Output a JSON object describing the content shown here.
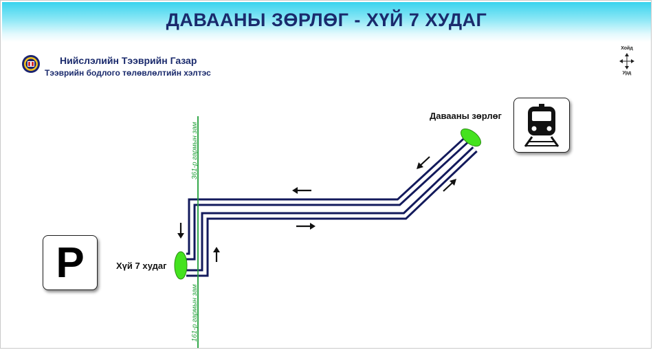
{
  "title": "ДАВААНЫ ЗӨРЛӨГ - ХҮЙ 7 ХУДАГ",
  "organization": {
    "name": "Нийслэлийн Тээврийн Газар",
    "department": "Тээврийн бодлого төлөвлөлтийн хэлтэс"
  },
  "compass": {
    "north": "Хойд",
    "south": "Урд"
  },
  "stops": {
    "start": "Давааны зөрлөг",
    "end": "Хүй 7 худаг"
  },
  "roads": {
    "north_label": "361-р гармын зам",
    "south_label": "161-р гармын зам"
  },
  "signs": {
    "parking": "P"
  },
  "colors": {
    "title_text": "#1a2a6c",
    "route_line": "#131a5c",
    "stop_marker": "#44e21f",
    "road": "#23a13b",
    "title_gradient_top": "#39d3ee"
  }
}
